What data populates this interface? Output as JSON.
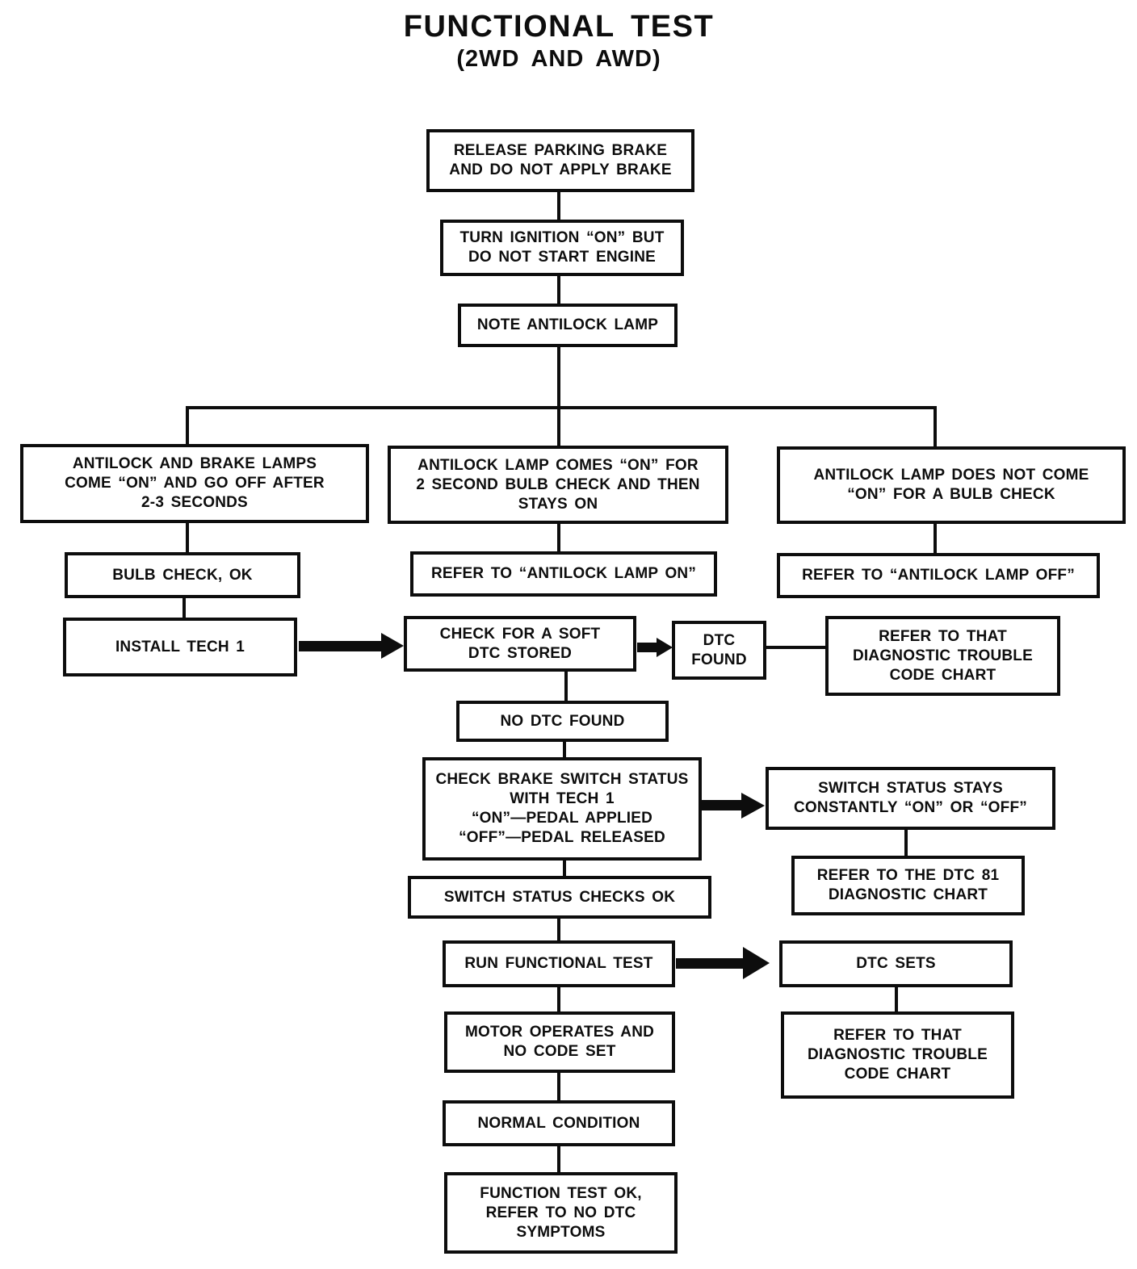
{
  "title": {
    "line1": "FUNCTIONAL TEST",
    "line2": "(2WD AND AWD)"
  },
  "colors": {
    "ink": "#0d0d0d",
    "paper": "#ffffff"
  },
  "nodes": {
    "release_brake": {
      "text": "RELEASE PARKING BRAKE\nAND DO NOT APPLY BRAKE"
    },
    "turn_ignition": {
      "text": "TURN IGNITION “ON” BUT\nDO NOT START ENGINE"
    },
    "note_lamp": {
      "text": "NOTE ANTILOCK LAMP"
    },
    "lamps_go_off": {
      "text": "ANTILOCK AND BRAKE LAMPS\nCOME “ON” AND GO OFF AFTER\n2-3 SECONDS"
    },
    "lamp_stays_on": {
      "text": "ANTILOCK LAMP COMES “ON” FOR\n2 SECOND BULB CHECK AND THEN\nSTAYS ON"
    },
    "lamp_not_on": {
      "text": "ANTILOCK LAMP DOES NOT COME\n“ON” FOR A BULB CHECK"
    },
    "bulb_check_ok": {
      "text": "BULB CHECK, OK"
    },
    "refer_lamp_on": {
      "text": "REFER TO “ANTILOCK LAMP ON”"
    },
    "refer_lamp_off": {
      "text": "REFER TO “ANTILOCK LAMP OFF”"
    },
    "install_tech1": {
      "text": "INSTALL TECH 1"
    },
    "check_soft_dtc": {
      "text": "CHECK FOR A SOFT\nDTC STORED"
    },
    "dtc_found": {
      "text": "DTC\nFOUND"
    },
    "refer_dtc_chart_1": {
      "text": "REFER TO THAT\nDIAGNOSTIC TROUBLE\nCODE CHART"
    },
    "no_dtc_found": {
      "text": "NO DTC FOUND"
    },
    "check_brake_switch": {
      "text": "CHECK BRAKE SWITCH STATUS\nWITH TECH 1\n“ON”—PEDAL APPLIED\n“OFF”—PEDAL RELEASED"
    },
    "switch_stuck": {
      "text": "SWITCH STATUS STAYS\nCONSTANTLY “ON” OR “OFF”"
    },
    "refer_dtc81": {
      "text": "REFER TO THE DTC 81\nDIAGNOSTIC CHART"
    },
    "switch_ok": {
      "text": "SWITCH STATUS CHECKS OK"
    },
    "run_test": {
      "text": "RUN FUNCTIONAL TEST"
    },
    "dtc_sets": {
      "text": "DTC SETS"
    },
    "refer_dtc_chart_2": {
      "text": "REFER TO THAT\nDIAGNOSTIC TROUBLE\nCODE CHART"
    },
    "motor_operates": {
      "text": "MOTOR OPERATES AND\nNO CODE SET"
    },
    "normal_condition": {
      "text": "NORMAL CONDITION"
    },
    "function_test_ok": {
      "text": "FUNCTION TEST OK,\nREFER TO NO DTC\nSYMPTOMS"
    }
  }
}
